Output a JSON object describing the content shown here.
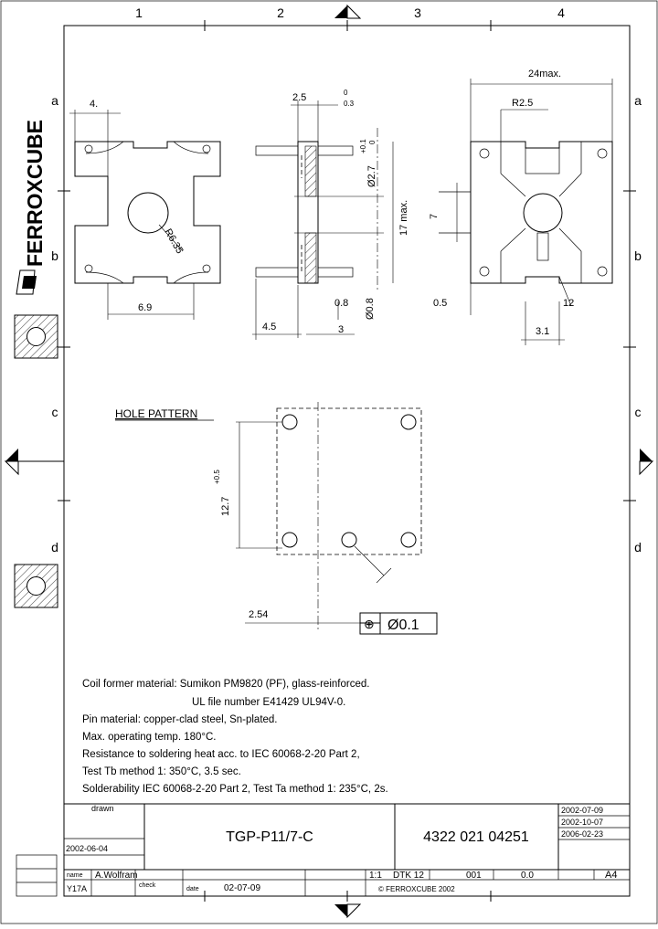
{
  "grid": {
    "columns": [
      "1",
      "2",
      "3",
      "4"
    ],
    "rows": [
      "a",
      "b",
      "c",
      "d"
    ]
  },
  "brand": {
    "name": "FERROXCUBE"
  },
  "dimensions": {
    "top_left_width": "4.",
    "top_center_width": "2.5",
    "top_center_tol_upper": "0",
    "top_center_tol_lower": "0.3",
    "radius": "R6.35",
    "width_6_9": "6.9",
    "pin_diameter": "Ø2.7",
    "pin_tol_upper": "+0.1",
    "pin_tol_lower": "0",
    "height_max": "17 max.",
    "side_dim": "0.8",
    "side_small": "Ø0.8",
    "left_4_5": "4.5",
    "center_3": "3",
    "max_24": "24max.",
    "r_2_5": "R2.5",
    "center_7": "7",
    "dim_0_5": "0.5",
    "dim_12": "12",
    "dim_3_1": "3.1"
  },
  "hole_pattern": {
    "title": "HOLE PATTERN",
    "vertical_dim": "12.7",
    "vertical_tol": "+0.5",
    "pitch": "2.54",
    "tolerance_symbol": "⊕",
    "tolerance_value": "Ø0.1"
  },
  "notes": [
    "Coil former material: Sumikon PM9820 (PF), glass-reinforced.",
    "UL file number E41429    UL94V-0.",
    "Pin material: copper-clad steel, Sn-plated.",
    "Max. operating temp. 180°C.",
    "Resistance to soldering heat acc. to IEC 60068-2-20 Part 2,",
    "Test Tb method 1: 350°C, 3.5 sec.",
    "Solderability IEC 60068-2-20 Part 2, Test Ta method 1: 235°C, 2s."
  ],
  "title_block": {
    "drawn_label": "drawn",
    "date_left": "2002-06-04",
    "part_name": "TGP-P11/7-C",
    "part_number": "4322 021 04251",
    "revision_dates": [
      "2002-07-09",
      "2002-10-07",
      "2006-02-23"
    ],
    "name_label": "name",
    "name_value": "A.Wolfram",
    "check_label": "check",
    "date_label": "date",
    "date_value": "02-07-09",
    "scale": "1:1",
    "code_segment": "DTK 12",
    "code_a": "001",
    "code_b": "0.0",
    "format": "A4",
    "copyright": "© FERROXCUBE 2002",
    "corner_label": "Y17A"
  }
}
